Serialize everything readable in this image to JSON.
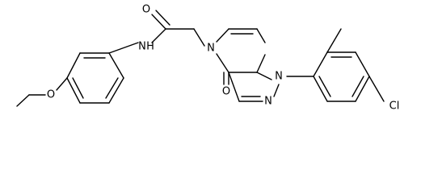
{
  "atoms": [
    {
      "id": "O_carbonyl_amide",
      "symbol": "O"
    },
    {
      "id": "N_amide",
      "symbol": "N",
      "hydrogens": "H"
    },
    {
      "id": "N5",
      "symbol": "N"
    },
    {
      "id": "O_ring_ketone",
      "symbol": "O"
    },
    {
      "id": "N1_pyrazole",
      "symbol": "N"
    },
    {
      "id": "N2_pyrazole",
      "symbol": "N"
    },
    {
      "id": "O_ether",
      "symbol": "O"
    },
    {
      "id": "Cl",
      "symbol": "Cl"
    }
  ]
}
